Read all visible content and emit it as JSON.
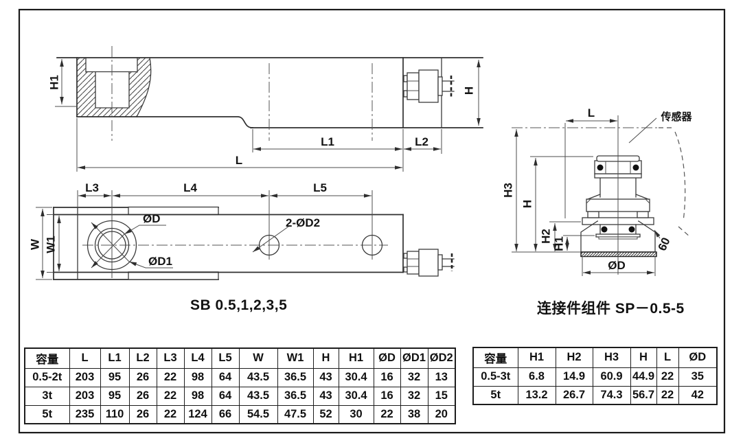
{
  "drawing": {
    "left_title": "SB 0.5,1,2,3,5",
    "right_title": "连接件组件 SP－0.5-5",
    "side_view": {
      "h1": "H1",
      "h": "H",
      "l1": "L1",
      "l2": "L2",
      "l": "L"
    },
    "top_view": {
      "l3": "L3",
      "l4": "L4",
      "l5": "L5",
      "w": "W",
      "w1": "W1",
      "od": "ØD",
      "od1": "ØD1",
      "od2": "2-ØD2"
    },
    "assembly": {
      "l": "L",
      "sensor": "传感器",
      "h3": "H3",
      "h": "H",
      "h2": "H2",
      "h1": "H1",
      "angle": "60",
      "od": "ØD"
    }
  },
  "sb_table": {
    "headers": [
      "容量",
      "L",
      "L1",
      "L2",
      "L3",
      "L4",
      "L5",
      "W",
      "W1",
      "H",
      "H1",
      "ØD",
      "ØD1",
      "ØD2"
    ],
    "rows": [
      [
        "0.5-2t",
        "203",
        "95",
        "26",
        "22",
        "98",
        "64",
        "43.5",
        "36.5",
        "43",
        "30.4",
        "16",
        "32",
        "13"
      ],
      [
        "3t",
        "203",
        "95",
        "26",
        "22",
        "98",
        "64",
        "43.5",
        "36.5",
        "43",
        "30.4",
        "16",
        "32",
        "15"
      ],
      [
        "5t",
        "235",
        "110",
        "26",
        "22",
        "124",
        "66",
        "54.5",
        "47.5",
        "52",
        "30",
        "22",
        "38",
        "20"
      ]
    ]
  },
  "sp_table": {
    "headers": [
      "容量",
      "H1",
      "H2",
      "H3",
      "H",
      "L",
      "ØD"
    ],
    "rows": [
      [
        "0.5-3t",
        "6.8",
        "14.9",
        "60.9",
        "44.9",
        "22",
        "35"
      ],
      [
        "5t",
        "13.2",
        "26.7",
        "74.3",
        "56.7",
        "22",
        "42"
      ]
    ]
  }
}
